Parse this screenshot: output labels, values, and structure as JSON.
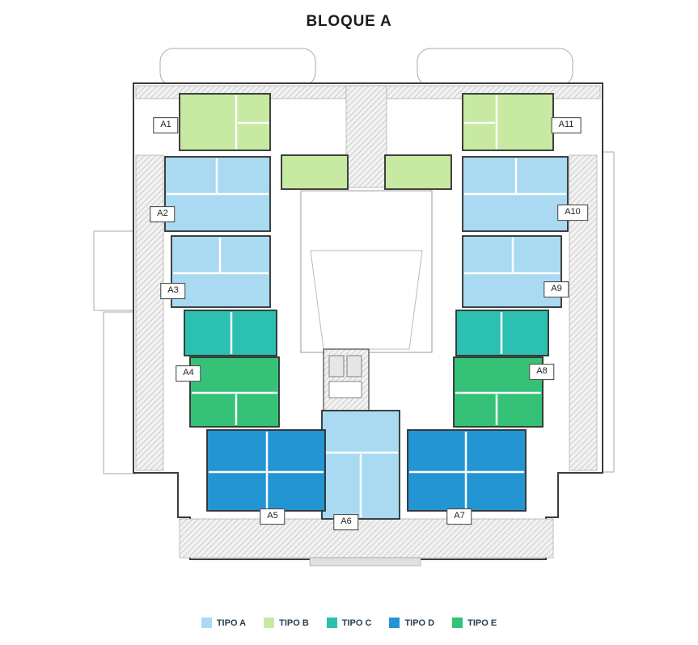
{
  "title": "BLOQUE A",
  "colors": {
    "tipo_a": "#a9daf2",
    "tipo_b": "#c7e9a2",
    "tipo_c": "#2bc0b0",
    "tipo_d": "#2495d3",
    "tipo_e": "#36c178"
  },
  "units": [
    {
      "label": "A1",
      "tipo": "B"
    },
    {
      "label": "A2",
      "tipo": "A"
    },
    {
      "label": "A3",
      "tipo": "A"
    },
    {
      "label": "A4",
      "tipo": "E"
    },
    {
      "label": "A5",
      "tipo": "D"
    },
    {
      "label": "A6",
      "tipo": "A"
    },
    {
      "label": "A7",
      "tipo": "D"
    },
    {
      "label": "A8",
      "tipo": "E"
    },
    {
      "label": "A9",
      "tipo": "A"
    },
    {
      "label": "A10",
      "tipo": "A"
    },
    {
      "label": "A11",
      "tipo": "B"
    }
  ],
  "legend": {
    "items": [
      {
        "label": "TIPO A",
        "color": "#a9daf2"
      },
      {
        "label": "TIPO B",
        "color": "#c7e9a2"
      },
      {
        "label": "TIPO C",
        "color": "#2bc0b0"
      },
      {
        "label": "TIPO D",
        "color": "#2495d3"
      },
      {
        "label": "TIPO E",
        "color": "#36c178"
      }
    ]
  }
}
